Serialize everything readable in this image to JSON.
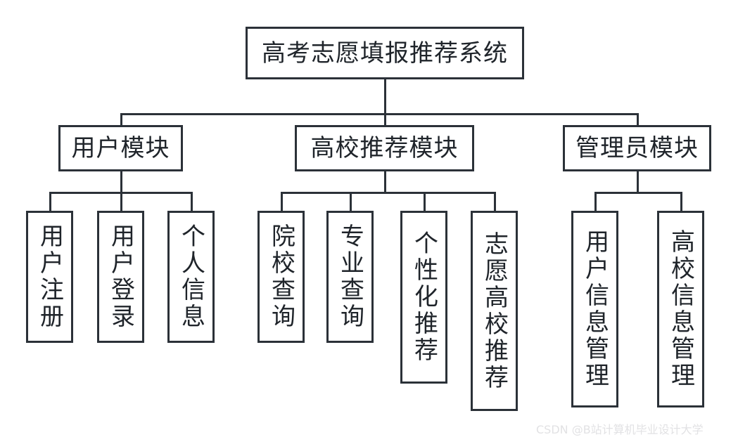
{
  "diagram": {
    "type": "org-chart",
    "title": "高考志愿填报推荐系统",
    "colors": {
      "border": "#2b3138",
      "background": "#ffffff",
      "text": "#1f242a",
      "watermark": "#e2e2e4"
    },
    "root": {
      "label": "高考志愿填报推荐系统"
    },
    "modules": [
      {
        "label": "用户模块",
        "children": [
          {
            "label": "用户注册"
          },
          {
            "label": "用户登录"
          },
          {
            "label": "个人信息"
          }
        ]
      },
      {
        "label": "高校推荐模块",
        "children": [
          {
            "label": "院校查询"
          },
          {
            "label": "专业查询"
          },
          {
            "label": "个性化推荐"
          },
          {
            "label": "志愿高校推荐"
          }
        ]
      },
      {
        "label": "管理员模块",
        "children": [
          {
            "label": "用户信息管理"
          },
          {
            "label": "高校信息管理"
          }
        ]
      }
    ]
  },
  "watermark": {
    "text": "CSDN @B站计算机毕业设计大学"
  }
}
